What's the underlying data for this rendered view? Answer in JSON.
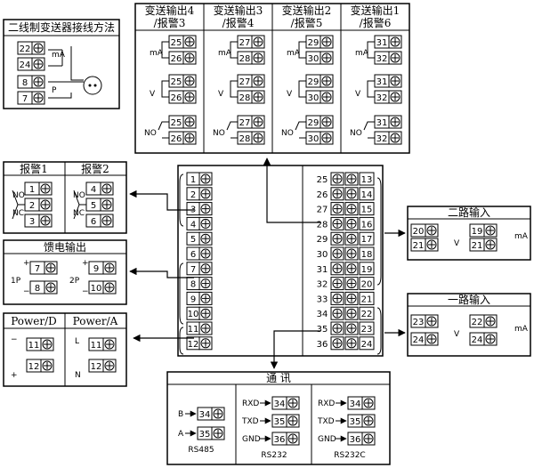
{
  "panels": {
    "two_wire": {
      "title": "二线制变送器接线方法",
      "terminals": [
        "22",
        "24",
        "8",
        "7"
      ],
      "ma": "mA",
      "p": "P"
    },
    "transmit": [
      {
        "title1": "变送输出4",
        "title2": "/报警3",
        "t": [
          "25",
          "26",
          "25",
          "26",
          "25",
          "26"
        ]
      },
      {
        "title1": "变送输出3",
        "title2": "/报警4",
        "t": [
          "27",
          "28",
          "27",
          "28",
          "27",
          "28"
        ]
      },
      {
        "title1": "变送输出2",
        "title2": "/报警5",
        "t": [
          "29",
          "30",
          "29",
          "30",
          "29",
          "30"
        ]
      },
      {
        "title1": "变送输出1",
        "title2": "/报警6",
        "t": [
          "31",
          "32",
          "31",
          "32",
          "31",
          "32"
        ]
      }
    ],
    "transmit_labels": {
      "ma": "mA",
      "v": "V",
      "no": "NO"
    },
    "alarm": {
      "title1": "报警1",
      "title2": "报警2",
      "left_terms": [
        "1",
        "2",
        "3"
      ],
      "right_terms": [
        "4",
        "5",
        "6"
      ],
      "no": "NO",
      "nc": "NC"
    },
    "feed": {
      "title": "馈电输出",
      "left_terms": [
        "7",
        "8"
      ],
      "right_terms": [
        "9",
        "10"
      ],
      "p1": "1P",
      "p2": "2P"
    },
    "power": {
      "title_d": "Power/D",
      "title_a": "Power/A",
      "d_terms": [
        "11",
        "12"
      ],
      "a_terms": [
        "11",
        "12"
      ],
      "l": "L",
      "n": "N"
    },
    "input2": {
      "title": "二路输入",
      "left_terms": [
        "20",
        "21"
      ],
      "right_terms": [
        "19",
        "21"
      ],
      "v": "V",
      "ma": "mA"
    },
    "input1": {
      "title": "一路输入",
      "left_terms": [
        "23",
        "24"
      ],
      "right_terms": [
        "22",
        "24"
      ],
      "v": "V",
      "ma": "mA"
    },
    "comm": {
      "title": "通 讯",
      "rs485": {
        "name": "RS485",
        "labels": [
          "B",
          "A"
        ],
        "terms": [
          "34",
          "35"
        ]
      },
      "rs232": {
        "name": "RS232",
        "labels": [
          "RXD",
          "TXD",
          "GND"
        ],
        "terms": [
          "34",
          "35",
          "36"
        ]
      },
      "rs232c": {
        "name": "RS232C",
        "labels": [
          "RXD",
          "TXD",
          "GND"
        ],
        "terms": [
          "34",
          "35",
          "36"
        ]
      }
    },
    "main_block": {
      "left_terms": [
        "1",
        "2",
        "3",
        "4",
        "5",
        "6",
        "7",
        "8",
        "9",
        "10",
        "11",
        "12"
      ],
      "mid_terms": [
        "25",
        "26",
        "27",
        "28",
        "29",
        "30",
        "31",
        "32",
        "33",
        "34",
        "35",
        "36"
      ],
      "right_terms": [
        "13",
        "14",
        "15",
        "16",
        "17",
        "18",
        "19",
        "20",
        "21",
        "22",
        "23",
        "24"
      ]
    }
  }
}
